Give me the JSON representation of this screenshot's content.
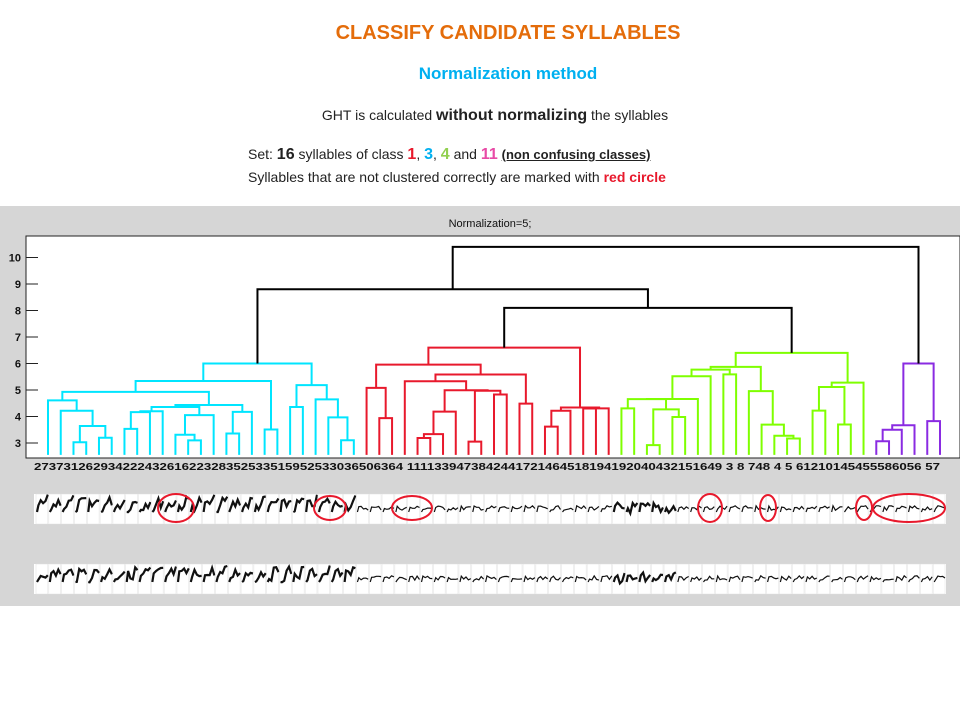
{
  "header": {
    "title": "CLASSIFY CANDIDATE SYLLABLES",
    "subtitle": "Normalization method",
    "ght_prefix": "GHT is calculated",
    "ght_emphasis": "without normalizing",
    "ght_suffix": "the syllables",
    "set_prefix": "Set:",
    "set_count": "16",
    "set_mid": "syllables of class",
    "class_1": "1",
    "class_3": "3",
    "class_4": "4",
    "class_11": "11",
    "sep_comma_1": ",",
    "sep_comma_2": ",",
    "sep_and": "and",
    "set_note": "(non confusing classes)",
    "syll_prefix": "Syllables that are not clustered correctly are marked with",
    "syll_red": "red circle"
  },
  "colors": {
    "title": "#e46c0a",
    "subtitle": "#00b0f0",
    "cyan_cluster": "#00e5ff",
    "red_cluster": "#e8192c",
    "green_cluster": "#7fff00",
    "purple_cluster": "#8a2be2",
    "root_links": "#000000",
    "circle": "#e8192c"
  },
  "chart_data": {
    "type": "dendrogram",
    "title": "Normalization=5;",
    "yticks": [
      "3",
      "4",
      "5",
      "6",
      "7",
      "8",
      "9",
      "10"
    ],
    "ylim": [
      2.5,
      10.8
    ],
    "xtick_text": "27373126293422243261622328352533515952533036506364 1111339473842441721464518194192040432151649 3 8 748 4 5 61210145455586056 57",
    "grid": false,
    "clusters": [
      {
        "name": "cyan",
        "color": "#00e5ff",
        "leaves": 25,
        "height": 6.0
      },
      {
        "name": "red",
        "color": "#e8192c",
        "leaves": 20,
        "height": 6.6
      },
      {
        "name": "green",
        "color": "#7fff00",
        "leaves": 20,
        "height": 6.4
      },
      {
        "name": "purple",
        "color": "#8a2be2",
        "leaves": 6,
        "height": 6.0
      }
    ],
    "root_merges": [
      {
        "left": "red",
        "right": "green",
        "height": 8.1
      },
      {
        "left": "cyan",
        "right": "red+green",
        "height": 8.8
      },
      {
        "left": "cyan+red+green",
        "right": "purple",
        "height": 10.4
      }
    ],
    "misclustered_circles": 7
  }
}
